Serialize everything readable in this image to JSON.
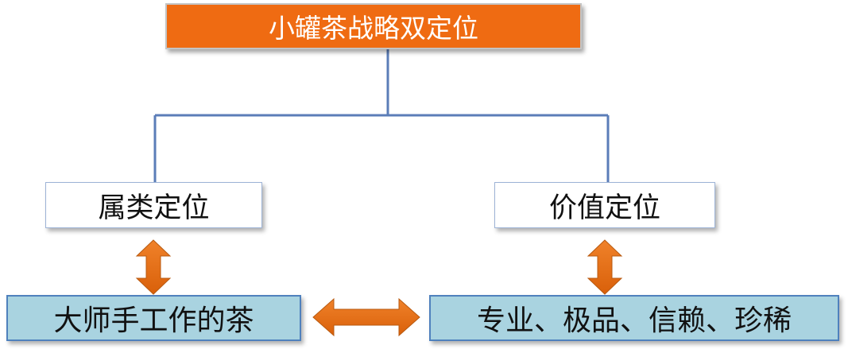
{
  "title": "小罐茶战略双定位",
  "category_positioning": "属类定位",
  "value_positioning": "价值定位",
  "category_detail": "大师手工作的茶",
  "value_detail": "专业、极品、信赖、珍稀",
  "colors": {
    "title_fill": "#ef6b12",
    "connector_line": "#5b7db8",
    "arrow_fill": "#e36c0a",
    "detail_fill": "#a9d3e0",
    "detail_border": "#4f81bd"
  }
}
